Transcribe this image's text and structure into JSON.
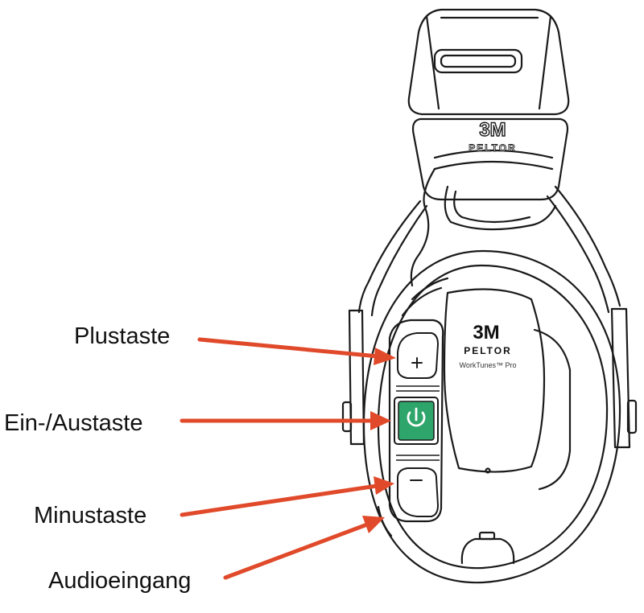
{
  "labels": {
    "plus": "Plustaste",
    "power": "Ein-/Austaste",
    "minus": "Minustaste",
    "audio": "Audioeingang"
  },
  "device": {
    "brand_top": "3M",
    "brand_sub_top": "PELTOR",
    "cup_brand": "3M",
    "cup_sub": "PELTOR",
    "model": "WorkTunes™ Pro"
  },
  "icons": {
    "plus": "plus-icon",
    "power": "power-icon",
    "minus": "minus-icon"
  },
  "colors": {
    "arrow": "#e04a2a",
    "power_button": "#2ea56b",
    "line": "#1a1a1a",
    "text": "#111111"
  }
}
